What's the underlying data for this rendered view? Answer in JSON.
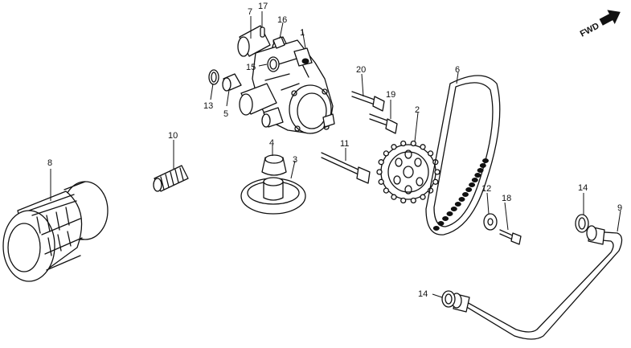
{
  "diagram": {
    "fwd_label": "FWD",
    "callouts": {
      "c1": "1",
      "c3": "3",
      "c4": "4",
      "c5": "5",
      "c6": "6",
      "c7": "7",
      "c8": "8",
      "c9": "9",
      "c10": "10",
      "c11": "11",
      "c12": "12",
      "c13": "13",
      "c14a": "14",
      "c14b": "14",
      "c15": "15",
      "c16": "16",
      "c17": "17",
      "c18": "18",
      "c19": "19",
      "c20": "20",
      "c2": "2"
    }
  }
}
